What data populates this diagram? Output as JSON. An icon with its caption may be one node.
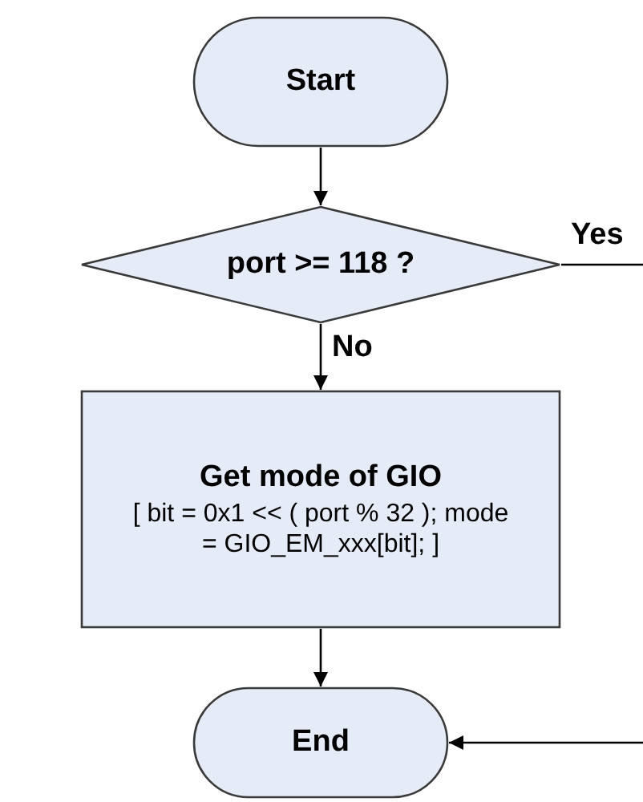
{
  "diagram": {
    "nodes": [
      {
        "text": [
          "Start"
        ]
      },
      {
        "text": [
          "port >= 118 ?"
        ]
      },
      {
        "text": [
          "Get mode of GIO",
          "[ bit = 0x1 << ( port % 32 ); mode = GIO_EM_xxx[bit]; ]"
        ]
      },
      {
        "text": [
          "End"
        ]
      }
    ],
    "edges": [
      {
        "from": 0,
        "to": 1,
        "arrow": "to"
      },
      {
        "from": 1,
        "to": null,
        "arrow": "none",
        "label": "Yes"
      },
      {
        "from": 1,
        "to": 2,
        "arrow": "to",
        "label": "No"
      },
      {
        "from": 2,
        "to": 3,
        "arrow": "to"
      },
      {
        "from": null,
        "to": 3,
        "arrow": "to"
      }
    ]
  }
}
